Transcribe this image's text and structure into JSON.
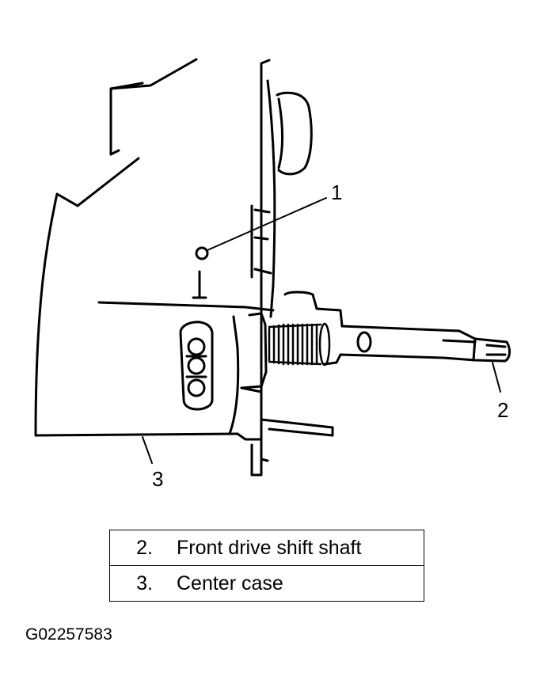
{
  "callouts": {
    "c1": "1",
    "c2": "2",
    "c3": "3"
  },
  "legend": {
    "rows": [
      {
        "number": "2.",
        "label": "Front drive shift shaft"
      },
      {
        "number": "3.",
        "label": "Center case"
      }
    ]
  },
  "figure_id": "G02257583"
}
